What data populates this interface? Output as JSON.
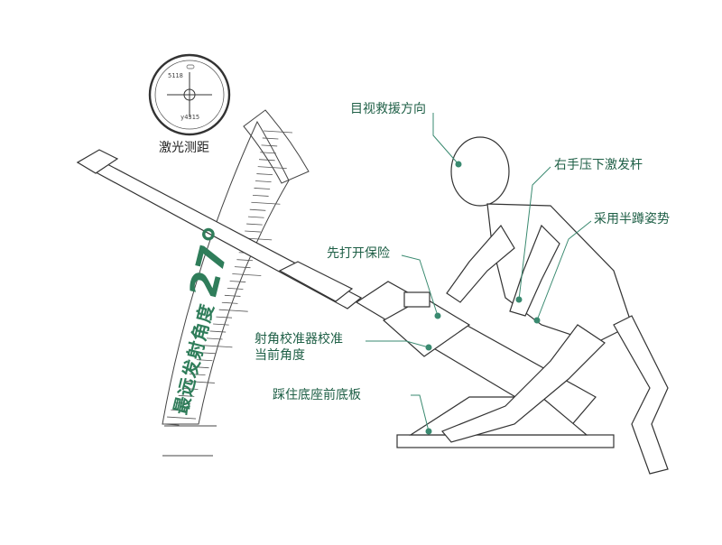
{
  "laser_rangefinder": {
    "caption": "激光测距",
    "top_reading": "5118",
    "bottom_reading": "y4315"
  },
  "angle_label": {
    "text": "最远发射角度",
    "value": "27°"
  },
  "callouts": {
    "aim_direction": "目视救援方向",
    "press_trigger": "右手压下激发杆",
    "half_squat": "采用半蹲姿势",
    "open_safety": "先打开保险",
    "current_angle_line1": "射角校准器校准",
    "current_angle_line2": "当前角度",
    "step_base": "踩住底座前底板"
  },
  "colors": {
    "accent_green": "#2f7d5a",
    "callout_text": "#1e5f46",
    "leader_line": "#3a8a70",
    "line_art": "#333333"
  }
}
